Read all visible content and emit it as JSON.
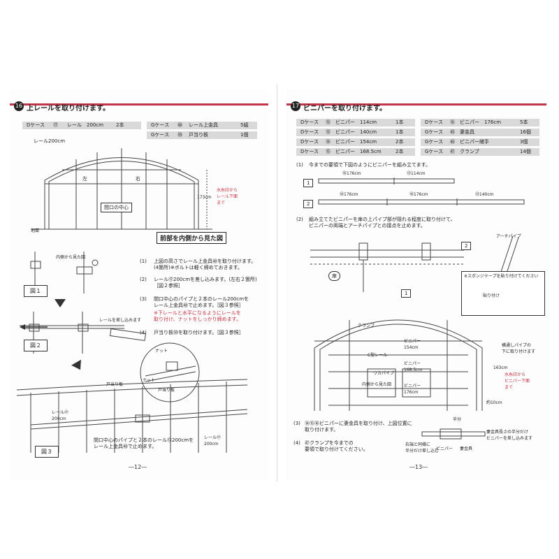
{
  "left": {
    "step_num": "16",
    "title": "上レールを取り付けます。",
    "parts": [
      {
        "case": "Dケース",
        "num": "⑰",
        "name": "レール　200cm",
        "qty": "2本"
      },
      {
        "case": "Gケース",
        "num": "㊽",
        "name": "レール上金具",
        "qty": "5組"
      },
      {
        "case": "Gケース",
        "num": "㊿",
        "name": "戸当り板",
        "qty": "1個"
      }
    ],
    "fig_top": {
      "rail_label": "レール200cm",
      "left_mark": "左",
      "right_mark": "右",
      "center_label": "間口の中心",
      "height_label": "173cm",
      "red_note": "水糸印から\nレール下面\nまで",
      "ground_label": "地面",
      "caption": "前部を内側から見た図"
    },
    "fig1": {
      "label": "図１",
      "inner_label": "内側から見た図"
    },
    "fig2": {
      "label": "図２",
      "rail_insert": "レールを差し込みます"
    },
    "fig3": {
      "label": "図３",
      "stopper": "戸当り板",
      "rail_a": "レール⑰\n200cm",
      "rail_b": "レール⑰\n200cm",
      "note": "間口中心のパイプと２本のレール⑰200cmを\nレール上金具㊽で止めます。"
    },
    "detail": {
      "nut1": "ナット",
      "nut2": "ナット",
      "stopper": "戸当り板"
    },
    "instructions": [
      {
        "num": "(1)",
        "text": "上図の高さでレール上金具㊽を取り付けます。\n(4箇所)※ボルトは軽く締めておきます。"
      },
      {
        "num": "(2)",
        "text": "レール⑰200cmを差し込みます。(左右２箇所)\n［図２参照］"
      },
      {
        "num": "(3)",
        "text": "間口中心のパイプと２本のレール200cmを\nレール上金具㊽で止めます。［図３参照］",
        "red": "※下レールと水平になるようにレールを\n取り付け、ナットをしっかり締めます。"
      },
      {
        "num": "(4)",
        "text": "戸当り板㊿を取り付けます。［図３参照］"
      }
    ],
    "page_number": "―12―"
  },
  "right": {
    "step_num": "17",
    "title": "ビニパーを取り付けます。",
    "parts_left": [
      {
        "case": "Dケース",
        "num": "⑬",
        "name": "ビニパー　114cm",
        "qty": "1本"
      },
      {
        "case": "Dケース",
        "num": "⑬",
        "name": "ビニパー　140cm",
        "qty": "1本"
      },
      {
        "case": "Dケース",
        "num": "⑭",
        "name": "ビニパー　154cm",
        "qty": "2本"
      },
      {
        "case": "Dケース",
        "num": "⑮",
        "name": "ビニパー　168.5cm",
        "qty": "2本"
      }
    ],
    "parts_right": [
      {
        "case": "Dケース",
        "num": "⑯",
        "name": "ビニパー　176cm",
        "qty": "5本"
      },
      {
        "case": "Gケース",
        "num": "㊺",
        "name": "妻金具",
        "qty": "16個"
      },
      {
        "case": "Gケース",
        "num": "㊻",
        "name": "ビニパー継手",
        "qty": "3個"
      },
      {
        "case": "Gケース",
        "num": "㊼",
        "name": "クランプ",
        "qty": "14個"
      }
    ],
    "instr1": "今までの要領で下図のようにビニパーを組み立てます。",
    "assembly": [
      {
        "label": "1",
        "segments": [
          "⑯176cm",
          "⑬114cm"
        ]
      },
      {
        "label": "2",
        "segments": [
          "⑯176cm",
          "⑯176cm",
          "⑬140cm"
        ]
      }
    ],
    "instr2": "組み立てたビニパーを扉の上パイプ部が隠れる程度に取り付けて、\nビニパーの両端とアーチパイプとの接点を止めます。",
    "door_label": "扉",
    "arch_label": "アーチパイプ",
    "sponge_note": "※スポンジテープを貼り付けてください",
    "sponge_tape": "貼り付け",
    "clamp_label": "クランプ",
    "g_rail": "C型レール",
    "flat_pipe": "ワカパイプ",
    "inner_view": "内側から見た図",
    "vinipar_labels": [
      "ビニパー\n154cm",
      "ビニパー\n168.5cm",
      "ビニパー\n176cm"
    ],
    "horizontal_pipe": "横通しパイプの\n下に取り付けます",
    "height_163": "163cm",
    "red_side": "水糸印から\nビニパー下面\nまで",
    "approx_10": "約10cm",
    "instr3": "⑭⑮⑯ビニパーに妻金具を取り付け、上図位置に\n取り付けます。",
    "instr4": "㊼クランプを今までの\n要領で取り付けてください。",
    "small_fig": {
      "left": "右端と同様に\n半分だけ差し込む",
      "middle": "ビニパー",
      "right": "妻金具",
      "half": "半分"
    },
    "side_note": "妻金具長さの半分だけ\nビニパーを差し込みます",
    "page_number": "―13―"
  }
}
